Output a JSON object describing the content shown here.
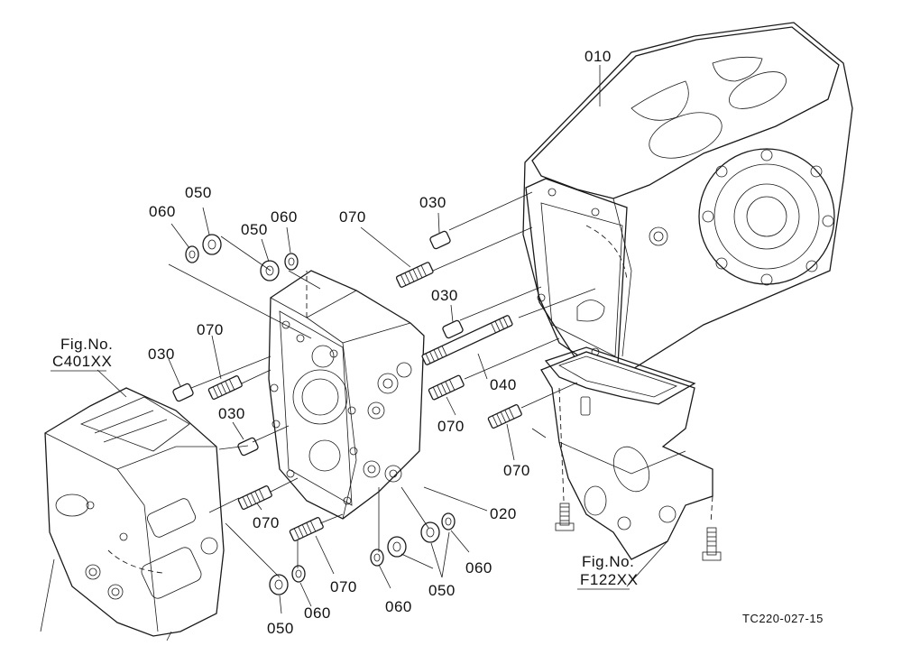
{
  "diagram": {
    "part_labels": {
      "p010": "010",
      "p020": "020",
      "p030_a": "030",
      "p030_b": "030",
      "p030_c": "030",
      "p030_d": "030",
      "p040": "040",
      "p050_a": "050",
      "p050_b": "050",
      "p050_c": "050",
      "p050_d": "050",
      "p060_a": "060",
      "p060_b": "060",
      "p060_c": "060",
      "p060_d": "060",
      "p060_e": "060",
      "p070_a": "070",
      "p070_b": "070",
      "p070_c": "070",
      "p070_d": "070",
      "p070_e": "070",
      "p070_f": "070"
    },
    "figure_refs": {
      "left_line1": "Fig.No.",
      "left_line2": "C401XX",
      "right_line1": "Fig.No.",
      "right_line2": "F122XX"
    },
    "drawing_code": "TC220-027-15"
  }
}
